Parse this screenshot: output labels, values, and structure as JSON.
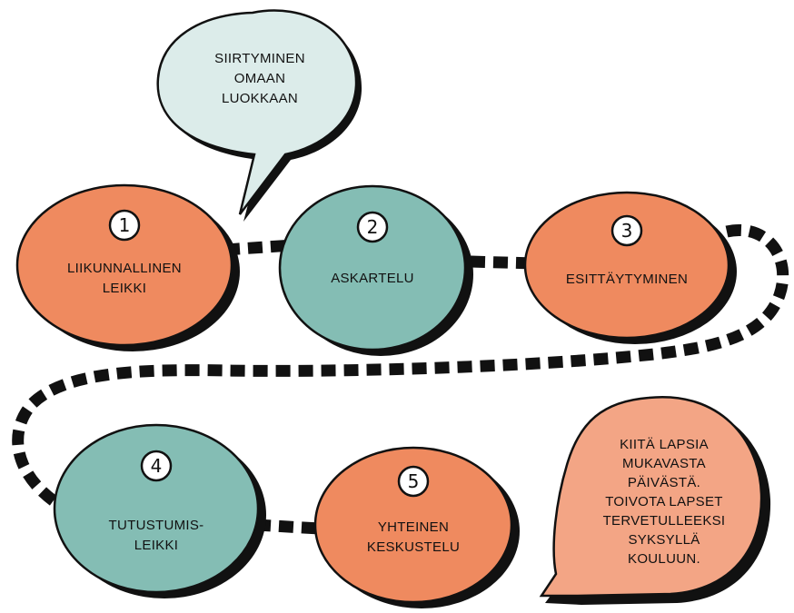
{
  "colors": {
    "orange": "#ef8a5f",
    "teal": "#84bdb4",
    "light_teal": "#dcecea",
    "peach": "#f3a585",
    "ink": "#111111"
  },
  "steps": [
    {
      "number": "1",
      "lines": [
        "LIIKUNNALLINEN",
        "LEIKKI"
      ],
      "color": "orange"
    },
    {
      "number": "2",
      "lines": [
        "ASKARTELU"
      ],
      "color": "teal"
    },
    {
      "number": "3",
      "lines": [
        "ESITTÄYTYMINEN"
      ],
      "color": "orange"
    },
    {
      "number": "4",
      "lines": [
        "TUTUSTUMIS-",
        "LEIKKI"
      ],
      "color": "teal"
    },
    {
      "number": "5",
      "lines": [
        "YHTEINEN",
        "KESKUSTELU"
      ],
      "color": "orange"
    }
  ],
  "bubbles": {
    "top": {
      "lines": [
        "SIIRTYMINEN",
        "OMAAN",
        "LUOKKAAN"
      ]
    },
    "end": {
      "lines": [
        "KIITÄ LAPSIA",
        "MUKAVASTA",
        "PÄIVÄSTÄ.",
        "TOIVOTA LAPSET",
        "TERVETULLEEKSI",
        "SYKSYLLÄ",
        "KOULUUN."
      ]
    }
  }
}
